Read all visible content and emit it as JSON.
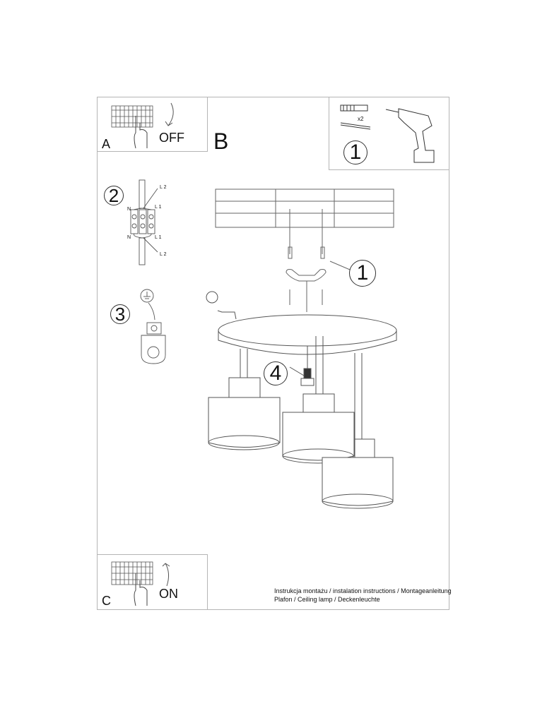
{
  "document": {
    "type": "installation instructions",
    "product": "Ceiling lamp"
  },
  "steps": {
    "A": {
      "letter": "A",
      "action": "OFF"
    },
    "B": {
      "letter": "B"
    },
    "C": {
      "letter": "C",
      "action": "ON"
    }
  },
  "callouts": {
    "tools": "1",
    "wiring": "2",
    "ground": "3",
    "mount_bracket": "1",
    "bulb": "4"
  },
  "tools_panel": {
    "quantity": "x2"
  },
  "wiring_labels": {
    "top_right": "L 2",
    "left_upper": "N",
    "right_upper": "L 1",
    "left_lower": "N",
    "right_lower": "L 1",
    "bottom_right": "L 2"
  },
  "footer": {
    "line1": "Instrukcja montażu / instalation instructions / Montageanleitung",
    "line2": "Plafon / Ceiling lamp / Deckenleuchte"
  }
}
